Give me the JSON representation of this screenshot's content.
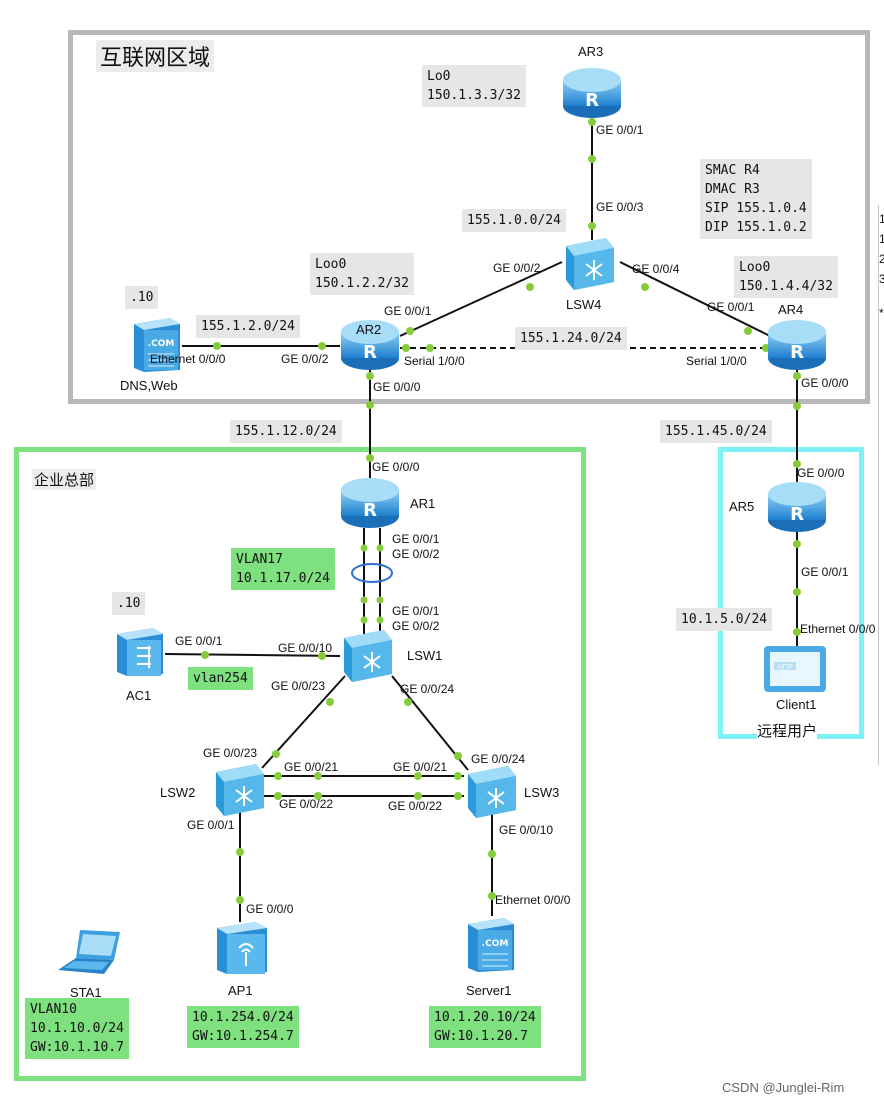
{
  "zones": {
    "internet": "互联网区域",
    "hq": "企业总部",
    "remote": "远程用户"
  },
  "devices": {
    "ar1": "AR1",
    "ar2": "AR2",
    "ar3": "AR3",
    "ar4": "AR4",
    "ar5": "AR5",
    "lsw1": "LSW1",
    "lsw2": "LSW2",
    "lsw3": "LSW3",
    "lsw4": "LSW4",
    "ac1": "AC1",
    "ap1": "AP1",
    "sta1": "STA1",
    "dns": "DNS,Web",
    "server1": "Server1",
    "client1": "Client1"
  },
  "ports": {
    "ar3_g001": "GE 0/0/1",
    "lsw4_g003": "GE 0/0/3",
    "lsw4_g002": "GE 0/0/2",
    "lsw4_g004": "GE 0/0/4",
    "ar2_g001": "GE 0/0/1",
    "ar2_g002": "GE 0/0/2",
    "ar2_s100": "Serial 1/0/0",
    "ar2_g000": "GE 0/0/0",
    "ar4_g001": "GE 0/0/1",
    "ar4_s100": "Serial 1/0/0",
    "ar4_g000": "GE 0/0/0",
    "dns_eth": "Ethernet 0/0/0",
    "ar1_g000": "GE 0/0/0",
    "ar1_g001": "GE 0/0/1",
    "ar1_g002": "GE 0/0/2",
    "lsw1_g001": "GE 0/0/1",
    "lsw1_g002": "GE 0/0/2",
    "ac1_g001": "GE 0/0/1",
    "lsw1_g0010": "GE 0/0/10",
    "lsw1_g0023": "GE 0/0/23",
    "lsw1_g0024": "GE 0/0/24",
    "lsw2_g0023": "GE 0/0/23",
    "lsw2_g0021": "GE 0/0/21",
    "lsw2_g0022": "GE 0/0/22",
    "lsw2_g001": "GE 0/0/1",
    "lsw3_g0024": "GE 0/0/24",
    "lsw3_g0021": "GE 0/0/21",
    "lsw3_g0022": "GE 0/0/22",
    "lsw3_g0010": "GE 0/0/10",
    "ap1_g000": "GE 0/0/0",
    "server1_eth": "Ethernet 0/0/0",
    "ar5_g000": "GE 0/0/0",
    "ar5_g001": "GE 0/0/1",
    "client1_eth": "Ethernet 0/0/0"
  },
  "networks": {
    "ar3_lo0": "Lo0\n150.1.3.3/32",
    "mac_info": "SMAC R4\nDMAC R3\nSIP 155.1.0.4\nDIP 155.1.0.2",
    "lsw4_net": "155.1.0.0/24",
    "ar2_loo0": "Loo0\n150.1.2.2/32",
    "ar4_loo0": "Loo0\n150.1.4.4/32",
    "dns_host": ".10",
    "dns_net": "155.1.2.0/24",
    "serial_net": "155.1.24.0/24",
    "ar2_ar1_net": "155.1.12.0/24",
    "ar4_ar5_net": "155.1.45.0/24",
    "vlan17": "VLAN17\n10.1.17.0/24",
    "ac1_host": ".10",
    "vlan254": "vlan254",
    "client_net": "10.1.5.0/24",
    "sta_info": "VLAN10\n10.1.10.0/24\nGW:10.1.10.7",
    "ap_info": "10.1.254.0/24\nGW:10.1.254.7",
    "server_info": "10.1.20.10/24\nGW:10.1.20.7"
  },
  "right_edge": [
    "1",
    "1",
    "2",
    "3",
    "*"
  ],
  "watermark": "CSDN @Junglei-Rim",
  "colors": {
    "internet_border": "#b8b8b8",
    "hq_border": "#7ee07e",
    "remote_border": "#80f0f8",
    "router_blue": "#2f8fd8",
    "switch_blue": "#4fb3e8",
    "port_dot": "#86cc3a",
    "label_bg": "#e6e6e6",
    "green_label": "#7ee07e"
  }
}
